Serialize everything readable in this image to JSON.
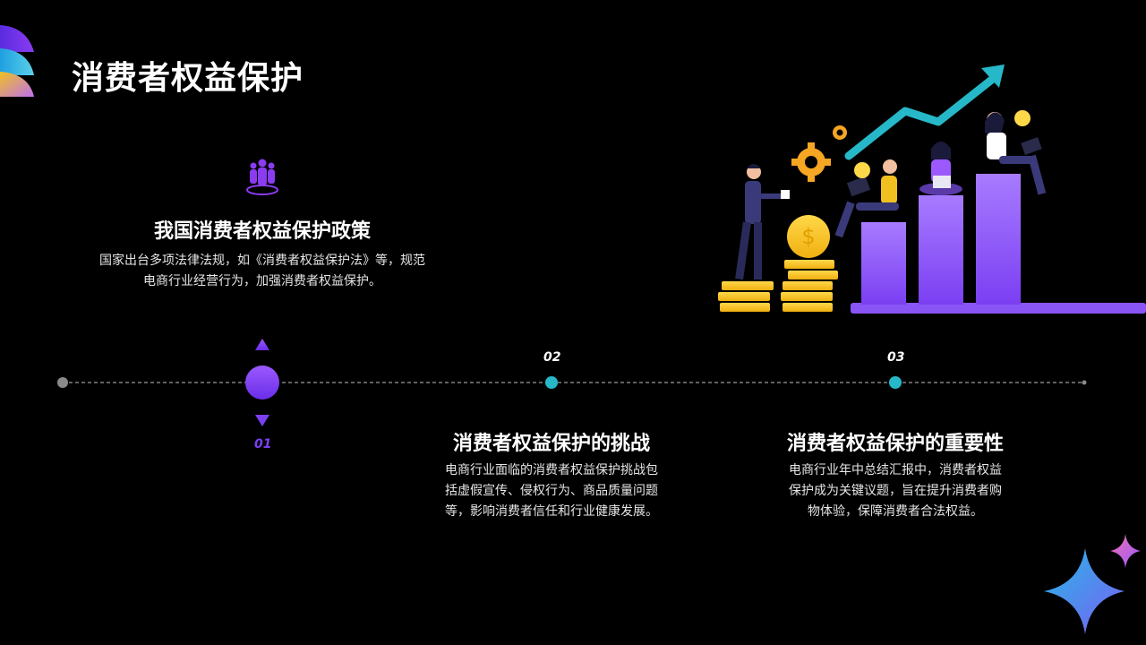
{
  "slide": {
    "title": "消费者权益保护",
    "accent": "#7b3ff2",
    "timeline_dot_color": "#26b8c8"
  },
  "items": [
    {
      "num": "01",
      "title": "我国消费者权益保护政策",
      "body_lines": [
        "国家出台多项法律法规，如《消费者权益保护法》等，规范",
        "电商行业经营行为，加强消费者权益保护。"
      ],
      "icon": "people-group-icon"
    },
    {
      "num": "02",
      "title": "消费者权益保护的挑战",
      "body_lines": [
        "电商行业面临的消费者权益保护挑战包",
        "括虚假宣传、侵权行为、商品质量问题",
        "等，影响消费者信任和行业健康发展。"
      ]
    },
    {
      "num": "03",
      "title": "消费者权益保护的重要性",
      "body_lines": [
        "电商行业年中总结汇报中，消费者权益",
        "保护成为关键议题，旨在提升消费者购",
        "物体验，保障消费者合法权益。"
      ]
    }
  ]
}
